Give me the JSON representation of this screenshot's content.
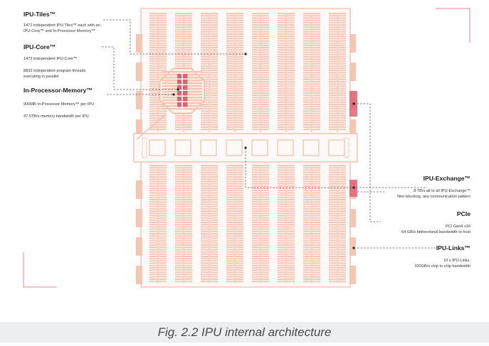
{
  "labels": {
    "ipu_tiles": {
      "title": "IPU-Tiles™",
      "desc": "1472 independent IPU-Tiles™ each with an\nIPU-Core™ and In-Processor-Memory™"
    },
    "ipu_core": {
      "title": "IPU-Core™",
      "desc1": "1472 independent IPU-Core™",
      "desc2": "8832 independent program threads\nexecuting in parallel"
    },
    "in_processor_memory": {
      "title": "In-Processor-Memory™",
      "desc1": "900MB In-Processor-Memory™ per IPU",
      "desc2": "47.5TB/s memory bandwidth per IPU"
    },
    "ipu_exchange": {
      "title": "IPU-Exchange™",
      "desc": "8 TB/s all to all IPU-Exchange™\nNon-blocking, any communication pattern"
    },
    "pcie": {
      "title": "PCIe",
      "desc": "PCI Gen4 x16\n64 GB/s bidirectional bandwidth to host"
    },
    "ipu_links": {
      "title": "IPU-Links™",
      "desc": "10 x IPU-Links,\n320GB/s chip to chip bandwidth"
    }
  },
  "caption": "Fig. 2.2 IPU internal architecture",
  "colors": {
    "accent": "#e0566b",
    "tile_light": "#f6c6b4",
    "tile_mid": "#f2ab94",
    "chip_outline": "#f0b8a6",
    "highlight": "#e26076",
    "caption_bg": "#eceef0"
  }
}
